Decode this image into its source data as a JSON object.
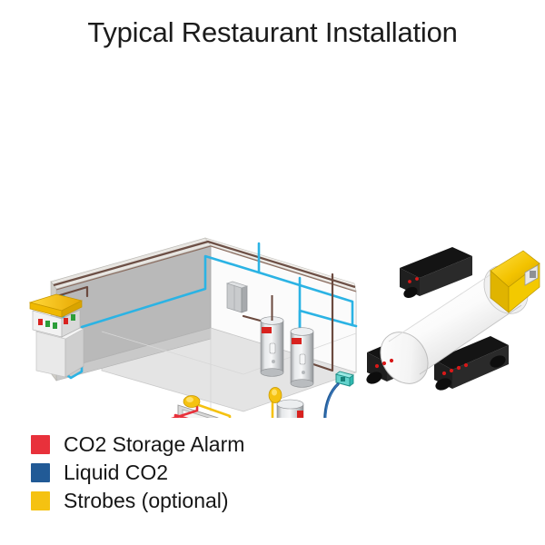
{
  "page": {
    "title": "Typical Restaurant Installation",
    "background_color": "#ffffff"
  },
  "legend": {
    "items": [
      {
        "label": "CO2 Storage Alarm",
        "color": "#e8313b",
        "swatch_name": "legend-swatch-co2-storage-alarm"
      },
      {
        "label": "Liquid CO2",
        "color": "#215a96",
        "swatch_name": "legend-swatch-liquid-co2"
      },
      {
        "label": "Strobes (optional)",
        "color": "#f5c211",
        "swatch_name": "legend-swatch-strobes"
      }
    ]
  },
  "diagram": {
    "name": "typical-restaurant-installation-diagram",
    "description": "Isometric cutaway of a restaurant back room showing CO2 storage tanks, alarm wiring, strobes and a liquid CO2 delivery tanker truck outside.",
    "colors": {
      "wall_back": "#b9b9b9",
      "wall_left": "#c6c6c6",
      "wall_top_edge": "#d8d6d2",
      "wall_trim": "#6d5046",
      "floor": "#e4e4e4",
      "floor_shadow": "#d2d2d2",
      "alarm_red": "#e8313b",
      "liquid_co2_blue": "#215a96",
      "strobe_yellow": "#f5c211",
      "gas_line_cyan": "#2bb3e4",
      "conduit_brown": "#6b4a3f",
      "fill_box_teal": "#2fb9b0",
      "tank_body": "#d5d7d9",
      "tank_shade": "#a9acae",
      "truck_tank": "#fdfdfd",
      "truck_cab": "#f2c200",
      "truck_chassis": "#1c1c1c",
      "truck_lights": "#d81818",
      "door_white": "#f2f2f2",
      "door_frame": "#9a9a9a",
      "panel_white": "#f0f0f0"
    },
    "elements": [
      {
        "name": "room-back-wall",
        "label": "Back wall"
      },
      {
        "name": "room-left-wall",
        "label": "Left wall"
      },
      {
        "name": "room-floor",
        "label": "Floor"
      },
      {
        "name": "electrical-control-panel",
        "label": "Exterior alarm control panel with strobe"
      },
      {
        "name": "wall-control-box",
        "label": "Wall mounted control box"
      },
      {
        "name": "co2-tank-1",
        "label": "CO2 storage tank"
      },
      {
        "name": "co2-tank-2",
        "label": "CO2 storage tank"
      },
      {
        "name": "co2-tank-3",
        "label": "CO2 storage tank"
      },
      {
        "name": "entry-door",
        "label": "Entry door"
      },
      {
        "name": "alarm-signal-box-exterior",
        "label": "Exterior CO2 alarm signal"
      },
      {
        "name": "alarm-signal-box-interior",
        "label": "Interior CO2 alarm signal"
      },
      {
        "name": "strobe-light-door",
        "label": "Strobe light above door"
      },
      {
        "name": "strobe-light-tank",
        "label": "Strobe light at tank"
      },
      {
        "name": "co2-fill-connection",
        "label": "Exterior liquid CO2 fill connection"
      },
      {
        "name": "liquid-co2-hose",
        "label": "Liquid CO2 delivery hose"
      },
      {
        "name": "tanker-truck",
        "label": "Liquid CO2 tanker truck"
      }
    ]
  }
}
